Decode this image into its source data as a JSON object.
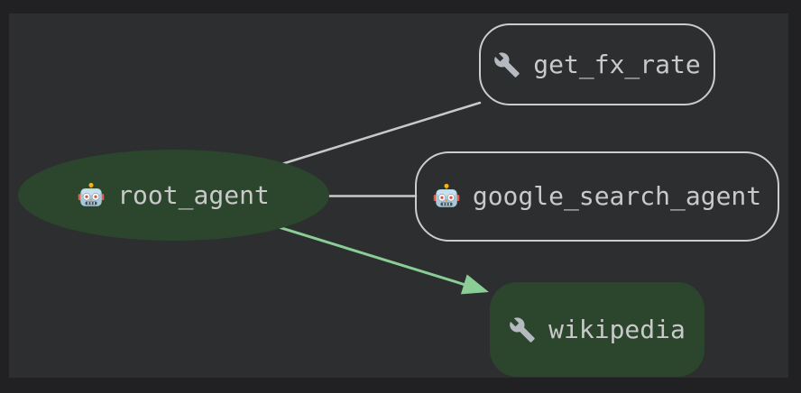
{
  "canvas": {
    "outer_background": "#212123",
    "panel_background": "#2c2e30",
    "text_color": "#c9c9c9"
  },
  "graph": {
    "nodes": [
      {
        "id": "root_agent",
        "label": "root_agent",
        "kind": "agent",
        "icon": "robot-icon",
        "icon_glyph": "🤖",
        "shape": "ellipse",
        "fill": "#2c462d"
      },
      {
        "id": "get_fx_rate",
        "label": "get_fx_rate",
        "kind": "tool",
        "icon": "wrench-icon",
        "icon_glyph": "🔧",
        "shape": "rounded-rectangle",
        "fill": "none",
        "border_color": "#cccccc"
      },
      {
        "id": "google_search_agent",
        "label": "google_search_agent",
        "kind": "agent",
        "icon": "robot-icon",
        "icon_glyph": "🤖",
        "shape": "rounded-rectangle",
        "fill": "none",
        "border_color": "#cccccc"
      },
      {
        "id": "wikipedia",
        "label": "wikipedia",
        "kind": "tool",
        "icon": "wrench-icon",
        "icon_glyph": "🔧",
        "shape": "rounded-rectangle",
        "fill": "#2c462d"
      }
    ],
    "edges": [
      {
        "from": "root_agent",
        "to": "get_fx_rate",
        "color": "#c9c9c9",
        "arrowhead": false
      },
      {
        "from": "root_agent",
        "to": "google_search_agent",
        "color": "#c9c9c9",
        "arrowhead": false
      },
      {
        "from": "root_agent",
        "to": "wikipedia",
        "color": "#8bcd96",
        "arrowhead": true
      }
    ]
  }
}
